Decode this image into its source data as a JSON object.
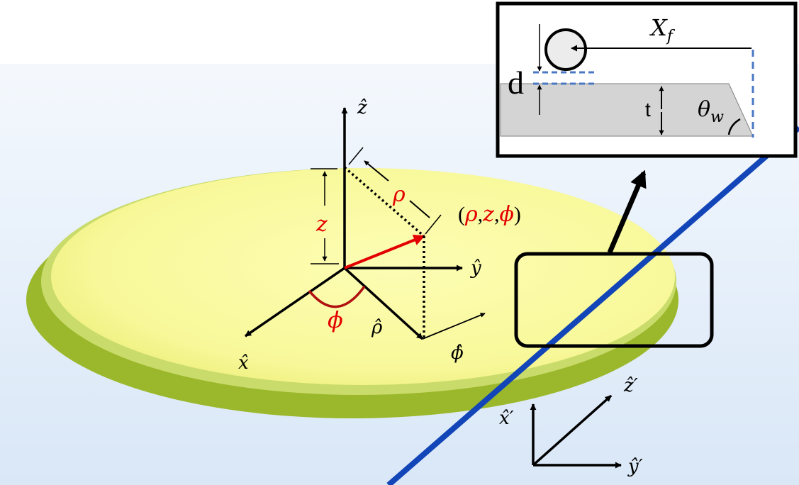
{
  "labels": {
    "z_axis": "ẑ",
    "y_axis": "ŷ",
    "x_axis": "x̂",
    "z_height": "z",
    "rho_radial": "ρ",
    "phi_angle": "ϕ",
    "rho_hat": "ρ̂",
    "phi_hat": "ϕ̂",
    "point_open": "(",
    "point_rho": "ρ",
    "point_comma1": ",",
    "point_z": "z",
    "point_comma2": ",",
    "point_phi": "ϕ",
    "point_close": ")",
    "inset_xf_main": "X",
    "inset_xf_sub": "f",
    "inset_d": "d",
    "inset_t": "t",
    "inset_theta_main": "θ",
    "inset_theta_sub": "w",
    "prime_x": "x̂′",
    "prime_y": "ŷ′",
    "prime_z": "ẑ′"
  },
  "colors": {
    "disk_top": "#fbfba0",
    "disk_side": "#9bb82c",
    "fiber": "#1245b8",
    "highlight": "#e30000",
    "phi_arc": "#b01010",
    "inset_guide": "#4a78c4",
    "inset_plate": "#d4d4d4"
  }
}
